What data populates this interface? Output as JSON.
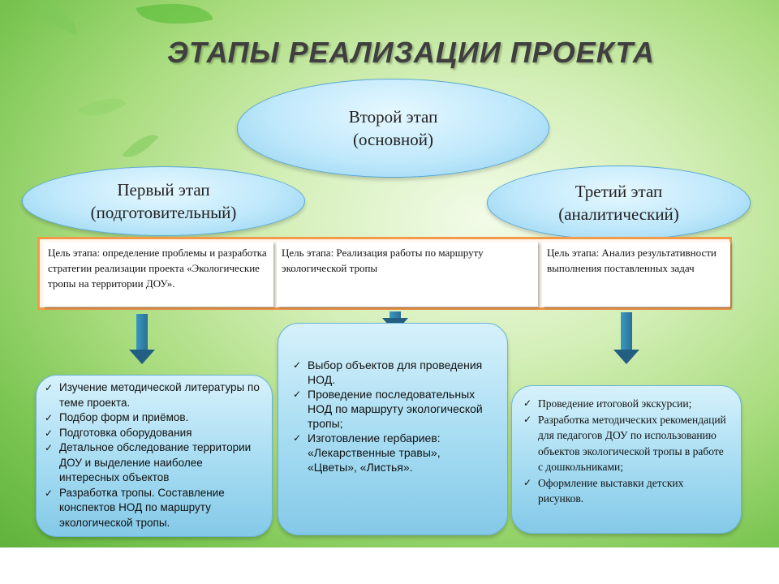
{
  "title": "ЭТАПЫ РЕАЛИЗАЦИИ ПРОЕКТА",
  "stages": [
    {
      "name": "Первый этап",
      "subtitle": "(подготовительный)"
    },
    {
      "name": "Второй этап",
      "subtitle": "(основной)"
    },
    {
      "name": "Третий этап",
      "subtitle": "(аналитический)"
    }
  ],
  "goals": [
    "Цель этапа: определение проблемы и разработка стратегии реализации проекта «Экологические тропы на территории ДОУ».",
    "Цель этапа: Реализация работы по маршруту экологической тропы",
    "Цель этапа: Анализ результативности выполнения поставленных задач"
  ],
  "tasks": {
    "first": [
      "Изучение методической литературы по теме проекта.",
      "Подбор форм и приёмов.",
      "Подготовка оборудования",
      "Детальное обследование территории ДОУ и выделение наиболее интересных объектов",
      "Разработка тропы. Составление конспектов НОД по маршруту экологической тропы."
    ],
    "second": [
      "Выбор объектов для проведения НОД.",
      "Проведение последовательных НОД по маршруту экологической тропы;",
      "Изготовление гербариев: «Лекарственные травы», «Цветы», «Листья»."
    ],
    "third": [
      "Проведение итоговой экскурсии;",
      "Разработка методических рекомендаций для педагогов ДОУ по использованию объектов экологической тропы в работе с дошкольниками;",
      "Оформление выставки детских рисунков."
    ]
  }
}
